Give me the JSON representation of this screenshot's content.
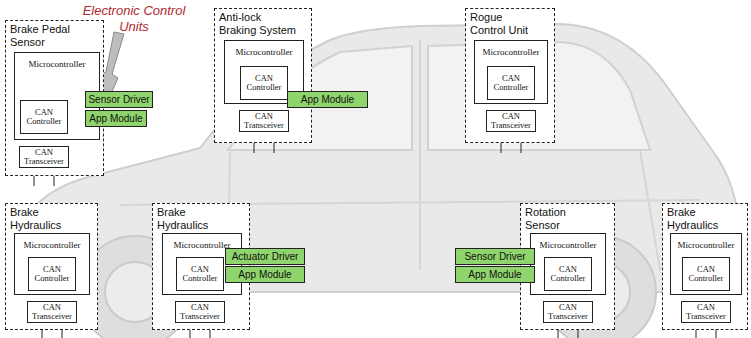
{
  "diagram": {
    "nodes": [
      {
        "text": [
          "Brake Pedal Sensor"
        ]
      },
      {
        "text": [
          "Microcontroller"
        ],
        "in": 0
      },
      {
        "text": [
          "CAN Controller"
        ],
        "in": 1
      },
      {
        "text": [
          "CAN Transceiver"
        ],
        "in": 0
      },
      {
        "text": [
          "Sensor Driver"
        ]
      },
      {
        "text": [
          "App Module"
        ]
      },
      {
        "text": [
          "Anti-lock Braking System"
        ]
      },
      {
        "text": [
          "Microcontroller"
        ],
        "in": 6
      },
      {
        "text": [
          "CAN Controller"
        ],
        "in": 7
      },
      {
        "text": [
          "CAN Transceiver"
        ],
        "in": 6
      },
      {
        "text": [
          "App Module"
        ]
      },
      {
        "text": [
          "Rogue Control Unit"
        ]
      },
      {
        "text": [
          "Microcontroller"
        ],
        "in": 11
      },
      {
        "text": [
          "CAN Controller"
        ],
        "in": 12
      },
      {
        "text": [
          "CAN Transceiver"
        ],
        "in": 11
      },
      {
        "text": [
          "Brake Hydraulics"
        ]
      },
      {
        "text": [
          "Microcontroller"
        ],
        "in": 15
      },
      {
        "text": [
          "CAN Controller"
        ],
        "in": 16
      },
      {
        "text": [
          "CAN Transceiver"
        ],
        "in": 15
      },
      {
        "text": [
          "Brake Hydraulics"
        ]
      },
      {
        "text": [
          "Microcontroller"
        ],
        "in": 19
      },
      {
        "text": [
          "CAN Controller"
        ],
        "in": 20
      },
      {
        "text": [
          "CAN Transceiver"
        ],
        "in": 19
      },
      {
        "text": [
          "Actuator Driver"
        ]
      },
      {
        "text": [
          "App Module"
        ]
      },
      {
        "text": [
          "Rotation Sensor"
        ]
      },
      {
        "text": [
          "Microcontroller"
        ],
        "in": 25
      },
      {
        "text": [
          "CAN Controller"
        ],
        "in": 26
      },
      {
        "text": [
          "CAN Transceiver"
        ],
        "in": 25
      },
      {
        "text": [
          "Sensor Driver"
        ]
      },
      {
        "text": [
          "App Module"
        ]
      },
      {
        "text": [
          "Brake Hydraulics"
        ]
      },
      {
        "text": [
          "Microcontroller"
        ],
        "in": 31
      },
      {
        "text": [
          "CAN Controller"
        ],
        "in": 32
      },
      {
        "text": [
          "CAN Transceiver"
        ],
        "in": 31
      }
    ],
    "edges": [
      {
        "from": 2,
        "to": 3,
        "arrow": "to"
      },
      {
        "from": 3,
        "to": 2,
        "arrow": "to"
      },
      {
        "from": 8,
        "to": 9,
        "arrow": "to"
      },
      {
        "from": 9,
        "to": 8,
        "arrow": "to"
      },
      {
        "from": 13,
        "to": 14,
        "arrow": "to"
      },
      {
        "from": 14,
        "to": 13,
        "arrow": "to"
      },
      {
        "from": 17,
        "to": 18,
        "arrow": "to"
      },
      {
        "from": 18,
        "to": 17,
        "arrow": "to"
      },
      {
        "from": 21,
        "to": 22,
        "arrow": "to"
      },
      {
        "from": 22,
        "to": 21,
        "arrow": "to"
      },
      {
        "from": 27,
        "to": 28,
        "arrow": "to"
      },
      {
        "from": 28,
        "to": 27,
        "arrow": "to"
      },
      {
        "from": 33,
        "to": 34,
        "arrow": "to"
      },
      {
        "from": 34,
        "to": 33,
        "arrow": "to"
      }
    ],
    "labels": [
      "Electronic Control Units"
    ]
  }
}
